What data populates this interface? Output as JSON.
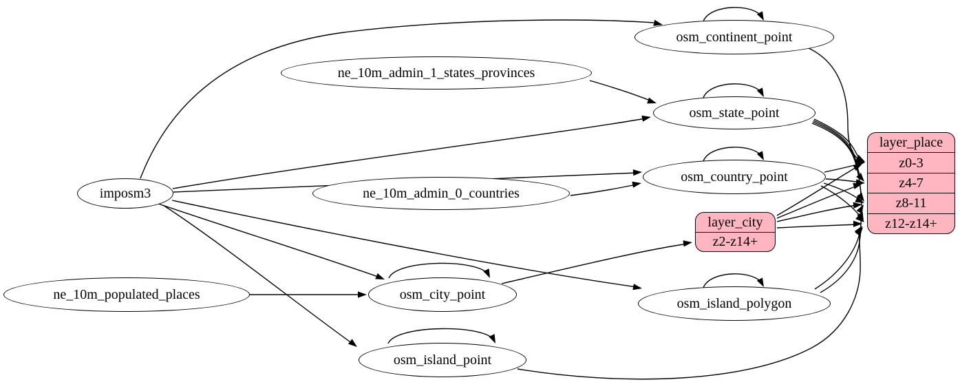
{
  "diagram": {
    "colors": {
      "background": "#ffffff",
      "node_fill": "#ffffff",
      "node_stroke": "#000000",
      "record_fill": "#ffb6c1",
      "edge_color": "#000000",
      "text_color": "#000000"
    },
    "tables": [
      {
        "id": "imposm3",
        "label": "imposm3"
      },
      {
        "id": "ne_10m_admin_1_states_provinces",
        "label": "ne_10m_admin_1_states_provinces"
      },
      {
        "id": "ne_10m_admin_0_countries",
        "label": "ne_10m_admin_0_countries"
      },
      {
        "id": "ne_10m_populated_places",
        "label": "ne_10m_populated_places"
      },
      {
        "id": "osm_continent_point",
        "label": "osm_continent_point"
      },
      {
        "id": "osm_state_point",
        "label": "osm_state_point"
      },
      {
        "id": "osm_country_point",
        "label": "osm_country_point"
      },
      {
        "id": "osm_city_point",
        "label": "osm_city_point"
      },
      {
        "id": "osm_island_polygon",
        "label": "osm_island_polygon"
      },
      {
        "id": "osm_island_point",
        "label": "osm_island_point"
      }
    ],
    "records": [
      {
        "id": "layer_place",
        "header": "layer_place",
        "rows": [
          "z0-3",
          "z4-7",
          "z8-11",
          "z12-z14+"
        ]
      },
      {
        "id": "layer_city",
        "header": "layer_city",
        "rows": [
          "z2-z14+"
        ]
      }
    ],
    "edges": [
      {
        "from": "imposm3",
        "to": "osm_continent_point"
      },
      {
        "from": "imposm3",
        "to": "osm_state_point"
      },
      {
        "from": "imposm3",
        "to": "osm_country_point"
      },
      {
        "from": "imposm3",
        "to": "osm_city_point"
      },
      {
        "from": "imposm3",
        "to": "osm_island_polygon"
      },
      {
        "from": "imposm3",
        "to": "osm_island_point"
      },
      {
        "from": "ne_10m_admin_1_states_provinces",
        "to": "osm_state_point"
      },
      {
        "from": "ne_10m_admin_0_countries",
        "to": "osm_country_point"
      },
      {
        "from": "ne_10m_populated_places",
        "to": "osm_city_point"
      },
      {
        "from": "osm_continent_point",
        "to": "osm_continent_point"
      },
      {
        "from": "osm_state_point",
        "to": "osm_state_point"
      },
      {
        "from": "osm_country_point",
        "to": "osm_country_point"
      },
      {
        "from": "osm_city_point",
        "to": "osm_city_point"
      },
      {
        "from": "osm_island_polygon",
        "to": "osm_island_polygon"
      },
      {
        "from": "osm_island_point",
        "to": "osm_island_point"
      },
      {
        "from": "osm_continent_point",
        "to": "layer_place",
        "to_row": "z0-3"
      },
      {
        "from": "osm_country_point",
        "to": "layer_place",
        "to_row": "z0-3"
      },
      {
        "from": "osm_country_point",
        "to": "layer_place",
        "to_row": "z4-7"
      },
      {
        "from": "osm_country_point",
        "to": "layer_place",
        "to_row": "z8-11"
      },
      {
        "from": "osm_country_point",
        "to": "layer_place",
        "to_row": "z12-z14+"
      },
      {
        "from": "osm_state_point",
        "to": "layer_place",
        "to_row": "z0-3"
      },
      {
        "from": "osm_state_point",
        "to": "layer_place",
        "to_row": "z4-7"
      },
      {
        "from": "osm_state_point",
        "to": "layer_place",
        "to_row": "z8-11"
      },
      {
        "from": "osm_state_point",
        "to": "layer_place",
        "to_row": "z12-z14+"
      },
      {
        "from": "layer_city",
        "to": "layer_place",
        "to_row": "z0-3"
      },
      {
        "from": "layer_city",
        "to": "layer_place",
        "to_row": "z4-7"
      },
      {
        "from": "layer_city",
        "to": "layer_place",
        "to_row": "z8-11"
      },
      {
        "from": "layer_city",
        "to": "layer_place",
        "to_row": "z12-z14+"
      },
      {
        "from": "osm_island_polygon",
        "to": "layer_place",
        "to_row": "z8-11"
      },
      {
        "from": "osm_island_polygon",
        "to": "layer_place",
        "to_row": "z12-z14+"
      },
      {
        "from": "osm_island_point",
        "to": "layer_place",
        "to_row": "z12-z14+"
      },
      {
        "from": "osm_city_point",
        "to": "layer_city",
        "to_row": "z2-z14+"
      }
    ]
  }
}
